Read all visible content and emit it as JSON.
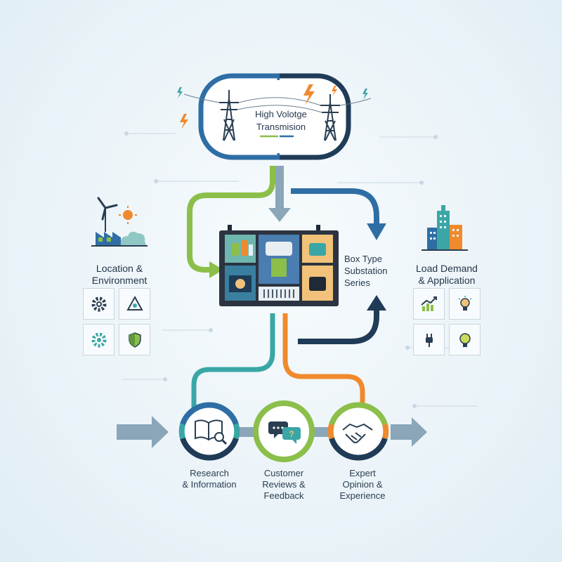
{
  "top": {
    "title_line1": "High Volotge",
    "title_line2": "Transmision"
  },
  "center": {
    "line1": "Box Type",
    "line2": "Substation",
    "line3": "Series"
  },
  "left": {
    "line1": "Location &",
    "line2": "Environment",
    "icons": [
      "gear-icon",
      "recycle-icon",
      "settings-icon",
      "shield-icon"
    ]
  },
  "right": {
    "line1": "Load Demand",
    "line2": "& Application",
    "icons": [
      "growth-chart-icon",
      "lightbulb-icon",
      "plug-icon",
      "lightbulb-icon"
    ]
  },
  "bottom": {
    "items": [
      {
        "line1": "Research",
        "line2": "& Information",
        "icon": "book-magnifier-icon"
      },
      {
        "line1": "Customer",
        "line2": "Reviews &",
        "line3": "Feedback",
        "icon": "chat-bubbles-icon"
      },
      {
        "line1": "Expert",
        "line2": "Opinion &",
        "line3": "Experience",
        "icon": "handshake-icon"
      }
    ]
  },
  "colors": {
    "dark_blue": "#1f3b57",
    "mid_blue": "#2f6ea5",
    "green": "#8bbf4a",
    "teal": "#3aa6a6",
    "orange": "#f08a2c",
    "gray_arrow": "#8aa6b8"
  }
}
